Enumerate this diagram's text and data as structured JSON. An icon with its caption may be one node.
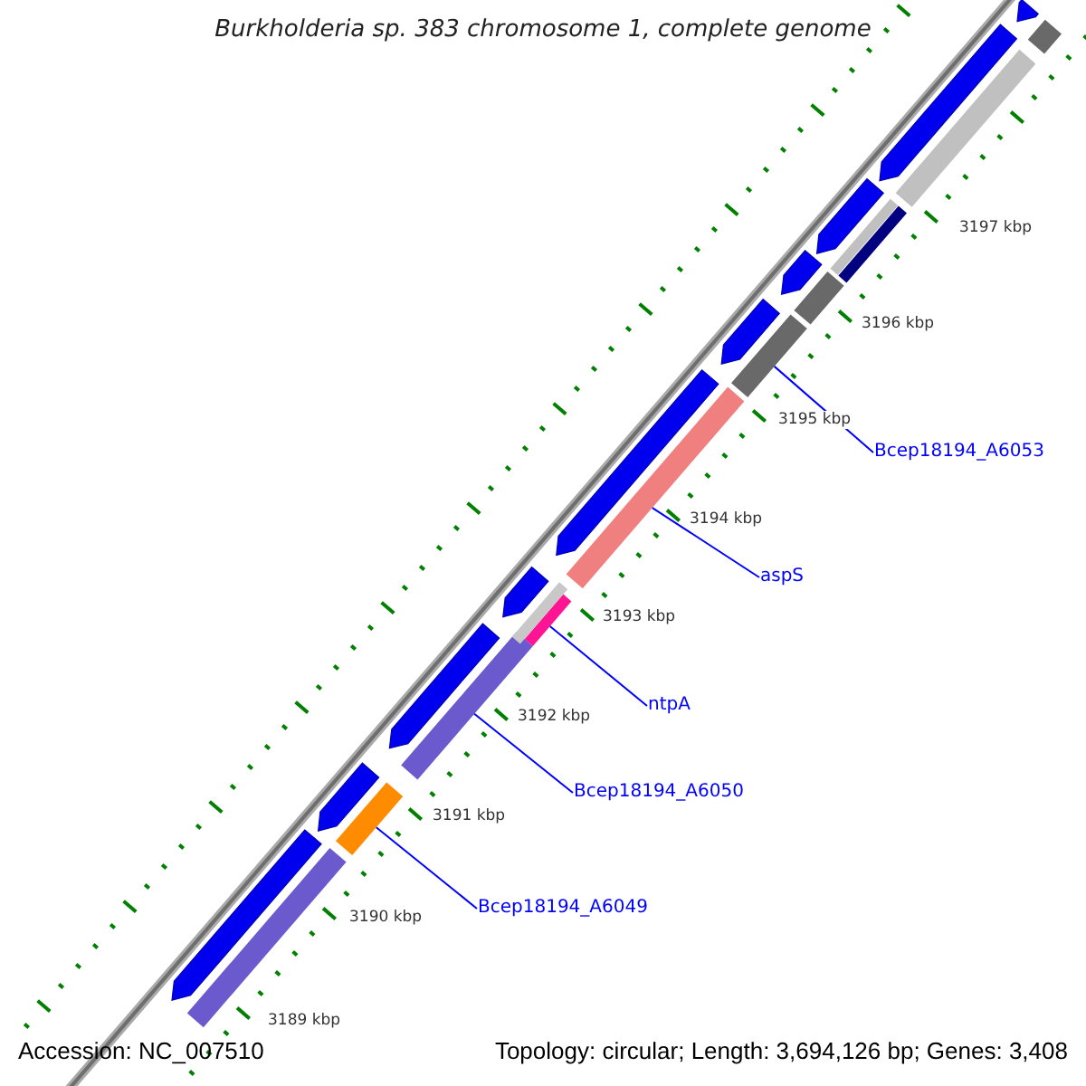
{
  "diagram": {
    "title": "Burkholderia sp. 383 chromosome 1, complete genome",
    "nodes": [
      {
        "text": [
          "Bcep18194_A6053"
        ]
      },
      {
        "text": [],
        "shape": "bar"
      },
      {
        "text": [
          "aspS"
        ]
      },
      {
        "text": [],
        "shape": "bar"
      },
      {
        "text": [
          "ntpA"
        ]
      },
      {
        "text": [],
        "shape": "bar"
      },
      {
        "text": [
          "Bcep18194_A6050"
        ]
      },
      {
        "text": [],
        "shape": "bar"
      },
      {
        "text": [
          "Bcep18194_A6049"
        ]
      },
      {
        "text": [],
        "shape": "bar"
      },
      {
        "text": [],
        "shape": "bar"
      },
      {
        "text": [],
        "shape": "bar"
      },
      {
        "text": [],
        "shape": "bar"
      },
      {
        "text": [],
        "shape": "bar"
      },
      {
        "text": [],
        "shape": "bar"
      },
      {
        "text": [],
        "shape": "bar"
      },
      {
        "text": [],
        "shape": "bar"
      },
      {
        "text": [],
        "shape": "bar"
      },
      {
        "text": [],
        "shape": "bar"
      },
      {
        "text": [],
        "shape": "bar"
      },
      {
        "text": [],
        "shape": "bar"
      },
      {
        "text": [],
        "shape": "bar"
      },
      {
        "text": [],
        "shape": "bar"
      },
      {
        "text": [],
        "shape": "bar"
      },
      {
        "text": [],
        "shape": "bar"
      },
      {
        "text": [],
        "shape": "bar"
      },
      {
        "text": [],
        "shape": "bar"
      }
    ],
    "edges": [
      {
        "from": 0,
        "to": 1,
        "arrow": "none"
      },
      {
        "from": 2,
        "to": 3,
        "arrow": "none"
      },
      {
        "from": 4,
        "to": 5,
        "arrow": "none"
      },
      {
        "from": 6,
        "to": 7,
        "arrow": "none"
      },
      {
        "from": 8,
        "to": 9,
        "arrow": "none"
      }
    ],
    "labels": [
      "3197 kbp",
      "3196 kbp",
      "3195 kbp",
      "3194 kbp",
      "3193 kbp",
      "3192 kbp",
      "3191 kbp",
      "3190 kbp",
      "3189 kbp",
      "Accession: NC_007510",
      "Topology: circular; Length: 3,694,126 bp; Genes: 3,408"
    ]
  }
}
